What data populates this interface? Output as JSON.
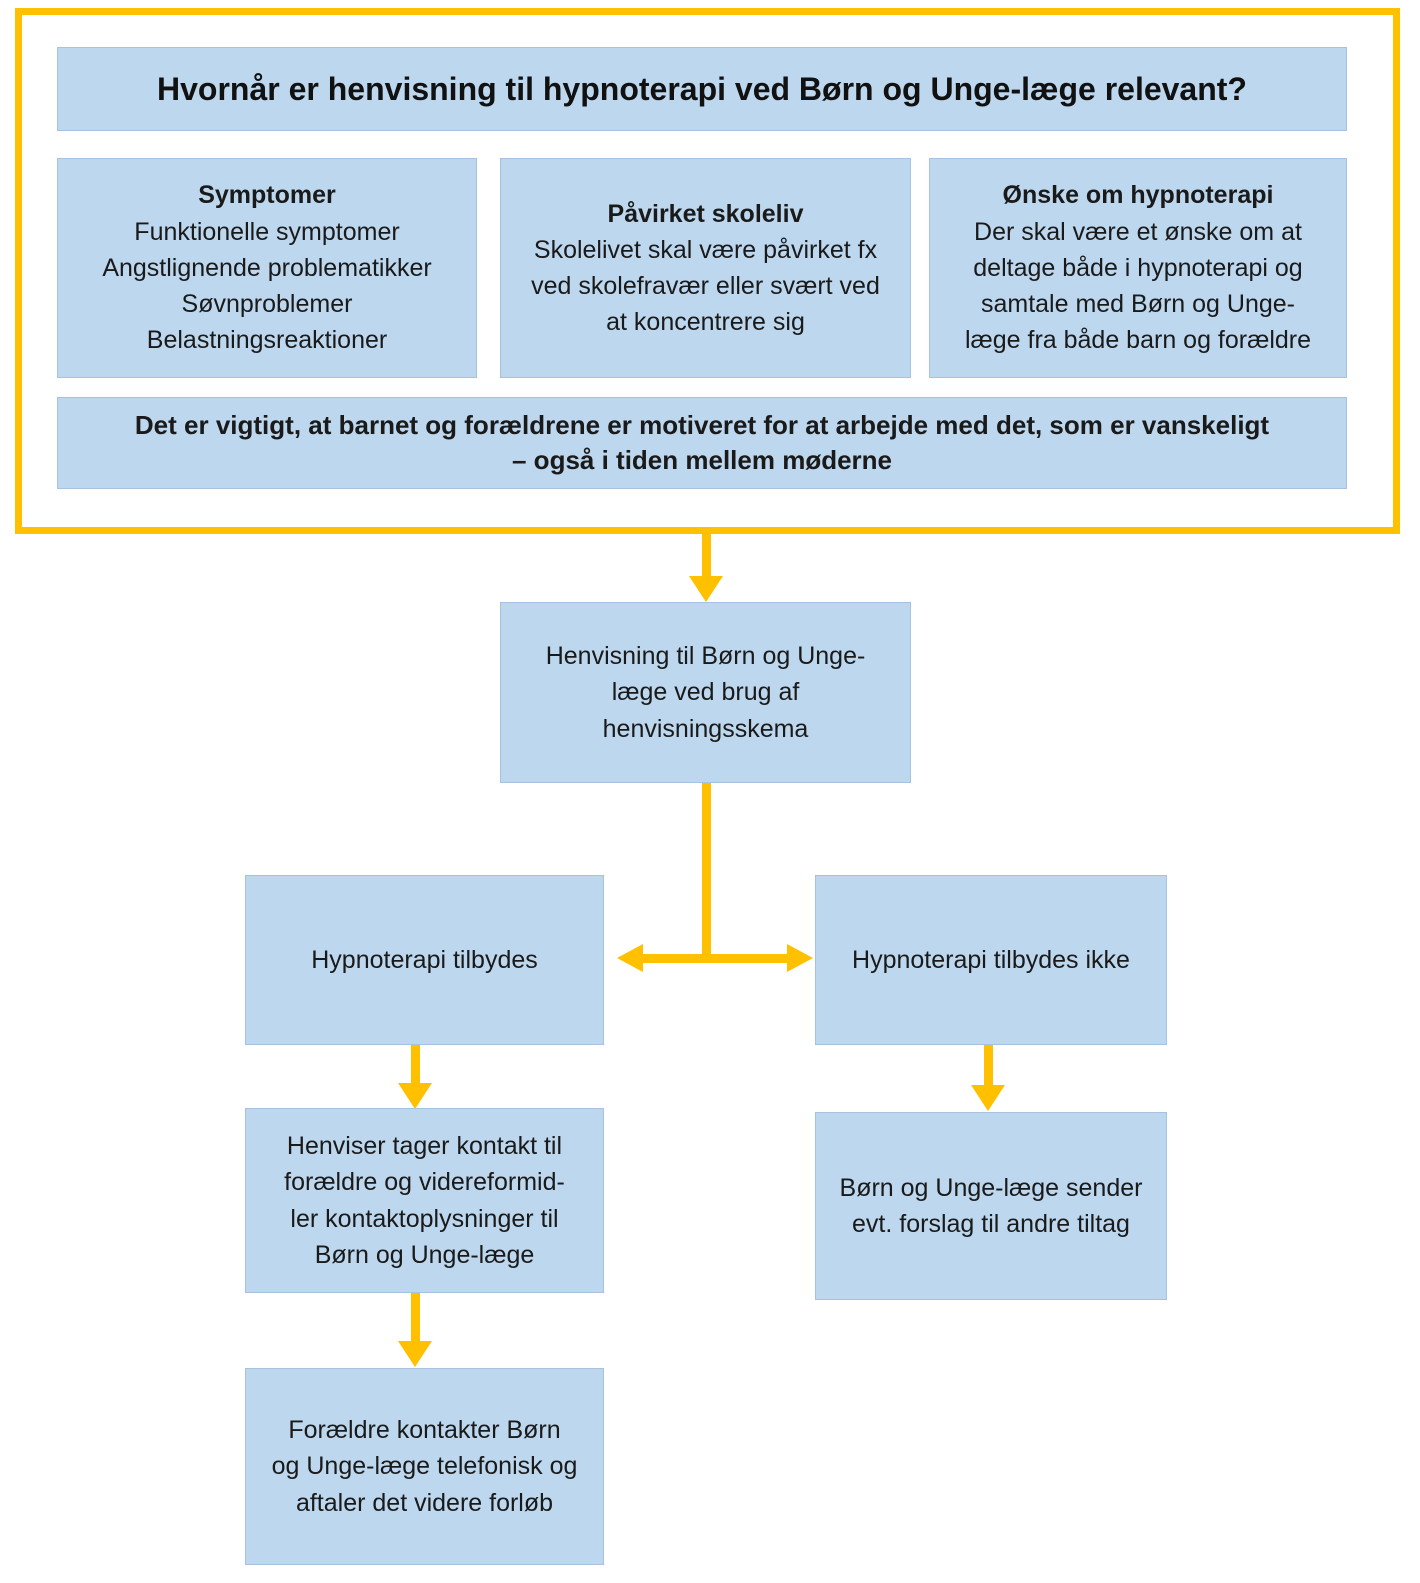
{
  "colors": {
    "accent_gold": "#FFC000",
    "box_fill_blue": "#BDD7EE",
    "text": "#1A1A1A"
  },
  "header": {
    "title": "Hvornår er henvisning til hypnoterapi ved Børn og Unge-læge relevant?"
  },
  "criteria": [
    {
      "heading": "Symptomer",
      "body": "Funktionelle symptomer\nAngstlignende problematikker\nSøvnproblemer\nBelastningsreaktioner"
    },
    {
      "heading": "Påvirket skoleliv",
      "body": "Skolelivet skal være påvirket fx\nved skolefravær eller svært ved\nat koncentrere sig"
    },
    {
      "heading": "Ønske om hypnoterapi",
      "body": "Der skal være et ønske om at\ndeltage både i hypnoterapi og\nsamtale med Børn og Unge-\nlæge fra både barn og forældre"
    }
  ],
  "note": "Det er vigtigt, at barnet og forældrene er motiveret for at arbejde med det, som er vanskeligt\n– også i tiden mellem møderne",
  "flow": {
    "referral": "Henvisning til Børn og Unge-\nlæge ved brug af\nhenvisningsskema",
    "offered": "Hypnoterapi tilbydes",
    "not_offered": "Hypnoterapi tilbydes ikke",
    "referrer_contacts": "Henviser tager kontakt til\nforældre og videreformid-\nler kontaktoplysninger til\nBørn og Unge-læge",
    "parents_contact": "Forældre kontakter Børn\nog Unge-læge telefonisk og\naftaler det videre forløb",
    "other_measures": "Børn og Unge-læge sender\nevt. forslag til andre tiltag"
  }
}
